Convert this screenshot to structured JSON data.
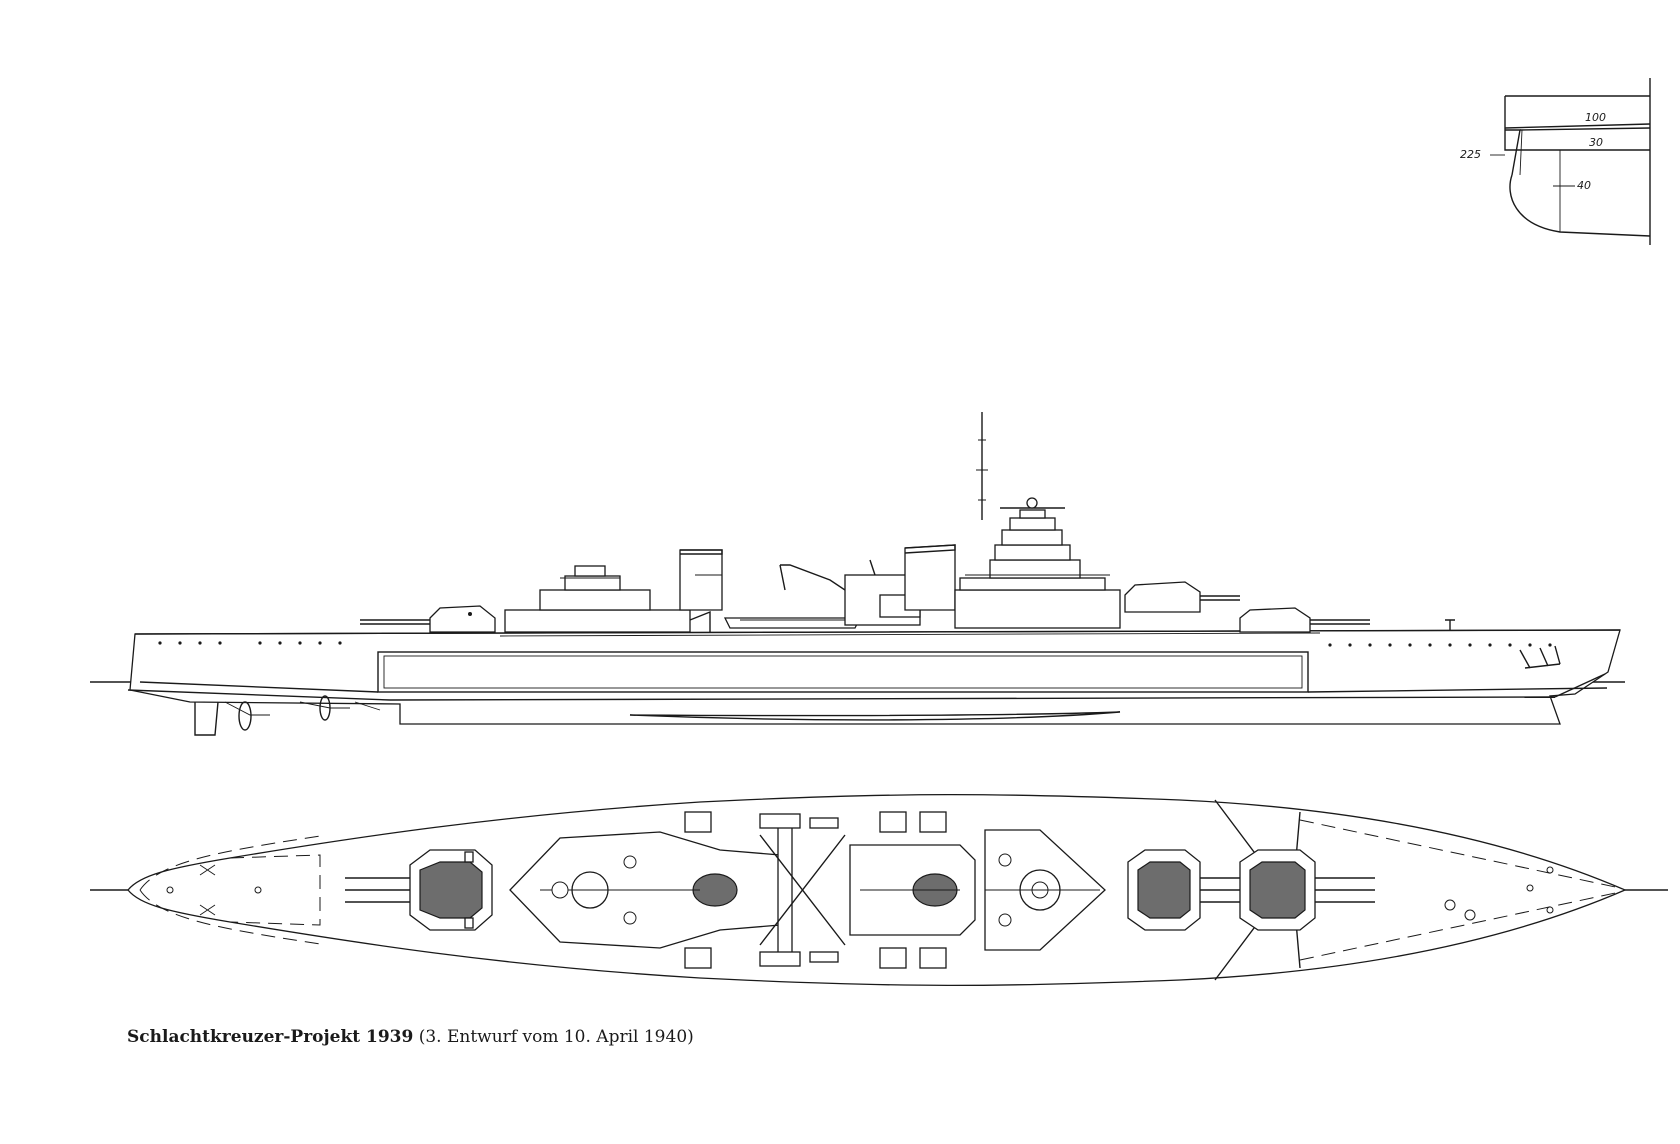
{
  "caption": {
    "title": "Schlachtkreuzer-Projekt 1939",
    "subtitle": "(3. Entwurf vom 10. April 1940)"
  },
  "armor_section": {
    "labels": [
      "100",
      "30",
      "40",
      "225"
    ]
  }
}
